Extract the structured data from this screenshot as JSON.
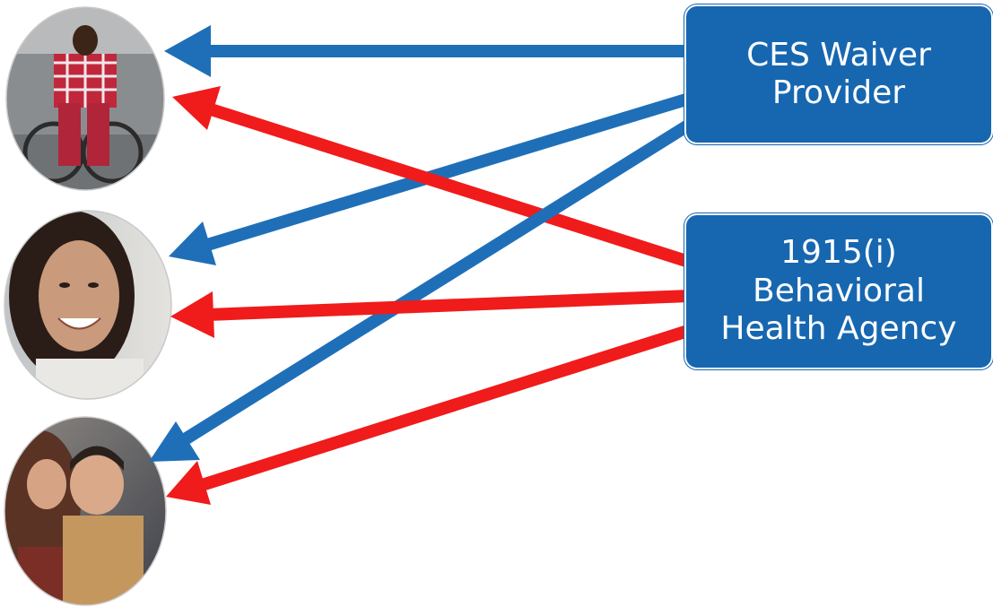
{
  "boxes": {
    "ces_provider": {
      "line1": "CES Waiver",
      "line2": "Provider"
    },
    "behavioral_agency": {
      "line1": "1915(i)",
      "line2": "Behavioral",
      "line3": "Health Agency"
    }
  },
  "people": [
    {
      "id": "person-1",
      "description_icon": "person-in-wheelchair-photo"
    },
    {
      "id": "person-2",
      "description_icon": "smiling-woman-photo"
    },
    {
      "id": "person-3",
      "description_icon": "mother-and-child-photo"
    }
  ],
  "colors": {
    "box_fill": "#1767b0",
    "blue_arrow": "#1f6fb8",
    "red_arrow": "#f01b1b",
    "text": "#ffffff"
  },
  "connections": [
    {
      "from": "ces_provider",
      "to": "person-1",
      "color": "blue"
    },
    {
      "from": "ces_provider",
      "to": "person-2",
      "color": "blue"
    },
    {
      "from": "ces_provider",
      "to": "person-3",
      "color": "blue"
    },
    {
      "from": "behavioral_agency",
      "to": "person-1",
      "color": "red"
    },
    {
      "from": "behavioral_agency",
      "to": "person-2",
      "color": "red"
    },
    {
      "from": "behavioral_agency",
      "to": "person-3",
      "color": "red"
    }
  ]
}
